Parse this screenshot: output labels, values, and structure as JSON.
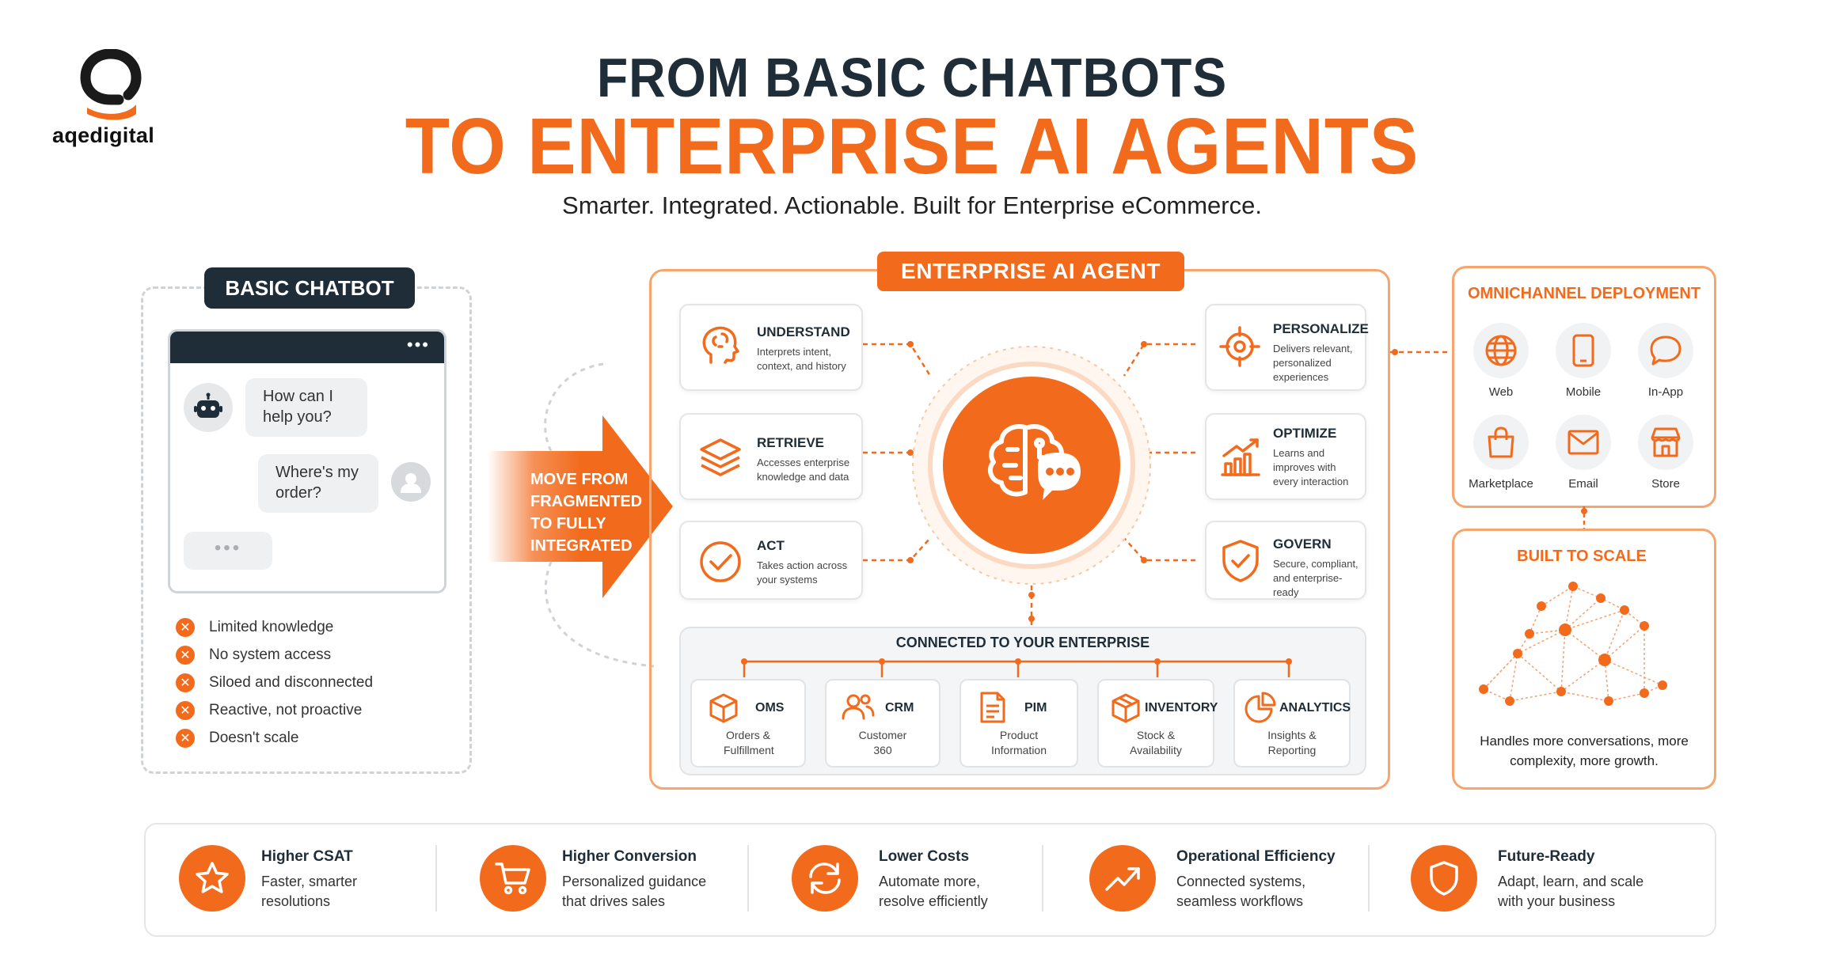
{
  "brand": {
    "name": "aqedigital"
  },
  "header": {
    "title_line1": "FROM BASIC CHATBOTS",
    "title_line2": "TO ENTERPRISE AI AGENTS",
    "subtitle": "Smarter. Integrated. Actionable. Built for Enterprise eCommerce."
  },
  "basic": {
    "label": "BASIC CHATBOT",
    "dots": "•••",
    "bot_message": "How can I help you?",
    "user_message": "Where's my order?",
    "typing": "•••",
    "limits": [
      "Limited knowledge",
      "No system access",
      "Siloed and disconnected",
      "Reactive, not proactive",
      "Doesn't scale"
    ]
  },
  "arrow": {
    "text": "MOVE FROM FRAGMENTED TO FULLY INTEGRATED"
  },
  "agent": {
    "label": "ENTERPRISE AI AGENT",
    "left": [
      {
        "icon": "brain-head-icon",
        "title": "UNDERSTAND",
        "desc": "Interprets intent, context, and history"
      },
      {
        "icon": "layers-icon",
        "title": "RETRIEVE",
        "desc": "Accesses enterprise knowledge and data"
      },
      {
        "icon": "check-circle-icon",
        "title": "ACT",
        "desc": "Takes action across your systems"
      }
    ],
    "right": [
      {
        "icon": "target-icon",
        "title": "PERSONALIZE",
        "desc": "Delivers relevant, personalized experiences"
      },
      {
        "icon": "growth-chart-icon",
        "title": "OPTIMIZE",
        "desc": "Learns and improves with every interaction"
      },
      {
        "icon": "shield-check-icon",
        "title": "GOVERN",
        "desc": "Secure, compliant, and enterprise-ready"
      }
    ],
    "center_icon": "brain-chat-icon"
  },
  "enterprise": {
    "title": "CONNECTED TO YOUR ENTERPRISE",
    "systems": [
      {
        "icon": "box-icon",
        "name": "OMS",
        "desc": "Orders & Fulfillment"
      },
      {
        "icon": "users-icon",
        "name": "CRM",
        "desc": "Customer 360"
      },
      {
        "icon": "document-icon",
        "name": "PIM",
        "desc": "Product Information"
      },
      {
        "icon": "inventory-icon",
        "name": "INVENTORY",
        "desc": "Stock & Availability"
      },
      {
        "icon": "pie-chart-icon",
        "name": "ANALYTICS",
        "desc": "Insights & Reporting"
      }
    ]
  },
  "omni": {
    "title": "OMNICHANNEL DEPLOYMENT",
    "channels": [
      {
        "icon": "globe-icon",
        "label": "Web"
      },
      {
        "icon": "mobile-icon",
        "label": "Mobile"
      },
      {
        "icon": "chat-bubble-icon",
        "label": "In-App"
      },
      {
        "icon": "shopping-bag-icon",
        "label": "Marketplace"
      },
      {
        "icon": "email-icon",
        "label": "Email"
      },
      {
        "icon": "store-icon",
        "label": "Store"
      }
    ]
  },
  "scale": {
    "title": "BUILT TO SCALE",
    "desc": "Handles more conversations, more complexity, more growth."
  },
  "benefits": [
    {
      "icon": "star-icon",
      "title": "Higher CSAT",
      "desc_line1": "Faster, smarter",
      "desc_line2": "resolutions"
    },
    {
      "icon": "cart-icon",
      "title": "Higher Conversion",
      "desc_line1": "Personalized guidance",
      "desc_line2": "that drives sales"
    },
    {
      "icon": "refresh-icon",
      "title": "Lower Costs",
      "desc_line1": "Automate more,",
      "desc_line2": "resolve efficiently"
    },
    {
      "icon": "trend-up-icon",
      "title": "Operational Efficiency",
      "desc_line1": "Connected systems,",
      "desc_line2": "seamless workflows"
    },
    {
      "icon": "shield-icon",
      "title": "Future-Ready",
      "desc_line1": "Adapt, learn, and scale",
      "desc_line2": "with your business"
    }
  ],
  "colors": {
    "accent": "#f26b1d",
    "dark": "#1f2d38",
    "muted_border": "#d0d3d6",
    "light_orange": "#f6a56e"
  }
}
